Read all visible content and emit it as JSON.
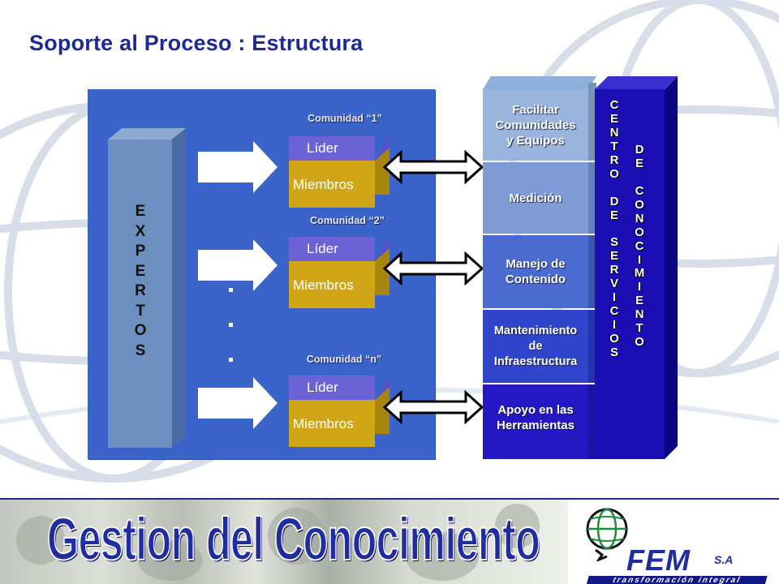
{
  "title": "Soporte al Proceso : Estructura",
  "expertos": [
    "E",
    "X",
    "P",
    "E",
    "R",
    "T",
    "O",
    "S"
  ],
  "communities": [
    {
      "label": "Comunidad “1”",
      "leader": "Líder",
      "members": "Miembros"
    },
    {
      "label": "Comunidad “2”",
      "leader": "Líder",
      "members": "Miembros"
    },
    {
      "label": "Comunidad “n”",
      "leader": "Líder",
      "members": "Miembros"
    }
  ],
  "services": [
    {
      "line1": "Facilitar",
      "line2": "Comunidades",
      "line3": "y Equipos",
      "color": "#9ab5dd"
    },
    {
      "line1": "Medición",
      "line2": "",
      "line3": "",
      "color": "#7f9bd6"
    },
    {
      "line1": "Manejo de",
      "line2": "Contenido",
      "line3": "",
      "color": "#4a6cd0"
    },
    {
      "line1": "Mantenimiento",
      "line2": "de",
      "line3": "Infraestructura",
      "color": "#2e45cc"
    },
    {
      "line1": "Apoyo en las",
      "line2": "Herramientas",
      "line3": "",
      "color": "#2318c4"
    }
  ],
  "centro_letters": [
    "C",
    "E",
    "N",
    "T",
    "R",
    "O",
    "",
    "D",
    "E",
    "",
    "S",
    "E",
    "R",
    "V",
    "I",
    "C",
    "I",
    "O",
    "S"
  ],
  "conocimiento_letters": [
    "D",
    "E",
    "",
    "C",
    "O",
    "N",
    "O",
    "C",
    "I",
    "M",
    "I",
    "E",
    "N",
    "T",
    "O"
  ],
  "footer": {
    "title": "Gestion del Conocimiento",
    "logo": "FEM",
    "logo_suffix": "S.A",
    "tagline": "transformación integral"
  },
  "colors": {
    "title": "#1f2a8f",
    "panel": "#3a64c9",
    "leader": "#6b62d6",
    "members": "#d1a616",
    "dark_column": "#1a0fb4"
  }
}
